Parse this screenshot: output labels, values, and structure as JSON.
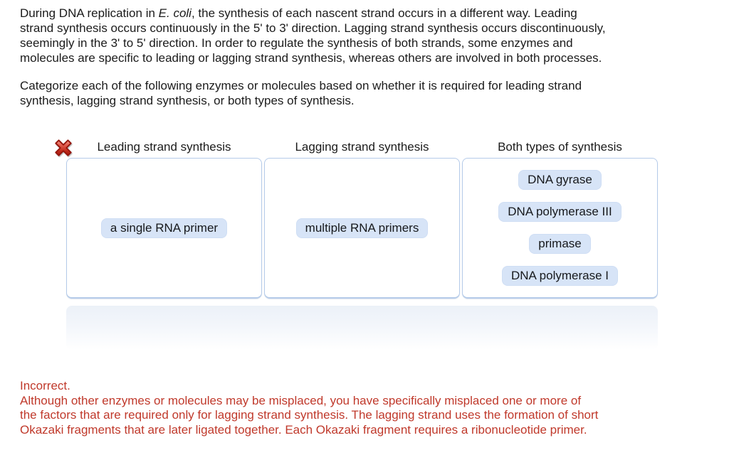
{
  "task": {
    "intro": {
      "line1_pre": "During DNA replication in ",
      "line1_italic": "E. coli",
      "line1_post": ", the synthesis of each nascent strand occurs in a different way. Leading",
      "line2": "strand synthesis occurs continuously in the 5' to 3' direction. Lagging strand synthesis occurs discontinuously,",
      "line3": "seemingly in the 3' to 5' direction. In order to regulate the synthesis of both strands, some enzymes and",
      "line4": "molecules are specific to leading or lagging strand synthesis, whereas others are involved in both processes."
    },
    "instruction": {
      "line1": "Categorize each of the following enzymes or molecules based on whether it is required for leading strand",
      "line2": "synthesis, lagging strand synthesis, or both types of synthesis."
    }
  },
  "result": {
    "status": "incorrect",
    "status_icon": "red-x"
  },
  "bins": [
    {
      "label": "Leading strand synthesis",
      "items": [
        "a single RNA primer"
      ]
    },
    {
      "label": "Lagging strand synthesis",
      "items": [
        "multiple RNA primers"
      ]
    },
    {
      "label": "Both types of synthesis",
      "items": [
        "DNA gyrase",
        "DNA polymerase III",
        "primase",
        "DNA polymerase I"
      ]
    }
  ],
  "item_bank": {
    "items": []
  },
  "feedback": {
    "title": "Incorrect.",
    "line2": "Although other enzymes or molecules may be misplaced, you have specifically misplaced one or more of",
    "line3": "the factors that are required only for lagging strand synthesis. The lagging strand uses the formation of short",
    "line4": "Okazaki fragments that are later ligated together. Each Okazaki fragment requires a ribonucleotide primer."
  },
  "colors": {
    "text": "#1b1b1b",
    "feedback_red": "#c0392b",
    "chip_bg": "#d7e4f7",
    "chip_border": "#cfdef4",
    "bin_border": "#b5cbe9",
    "bank_top": "#ecf1f8",
    "x_red_light": "#f5978a",
    "x_red_dark": "#9e170c"
  }
}
